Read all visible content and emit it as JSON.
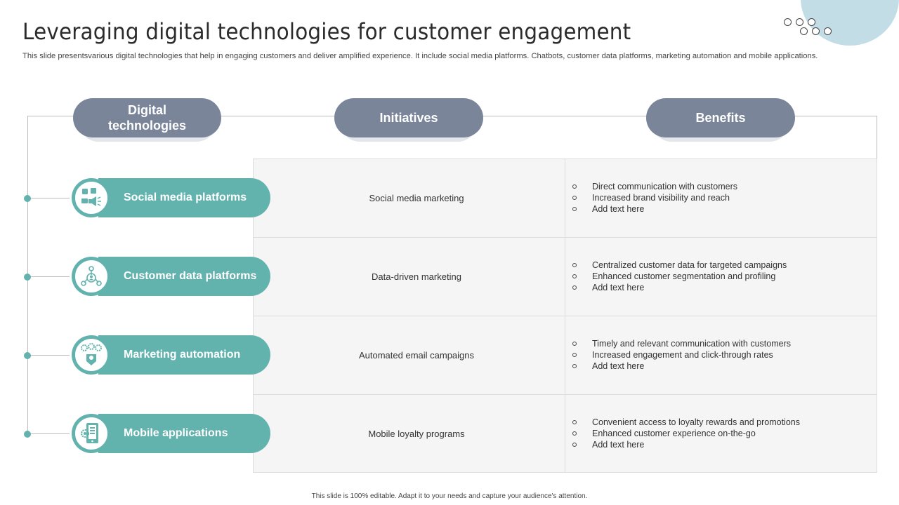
{
  "title": "Leveraging digital technologies for customer engagement",
  "subtitle": "This slide presentsvarious digital technologies that help in engaging customers and deliver amplified experience. It include social media platforms. Chatbots, customer data platforms, marketing automation and mobile applications.",
  "headers": {
    "technologies": "Digital technologies",
    "initiatives": "Initiatives",
    "benefits": "Benefits"
  },
  "rows": [
    {
      "technology": "Social media platforms",
      "icon": "social-media-icon",
      "initiative": "Social media marketing",
      "benefits": [
        "Direct communication with customers",
        "Increased brand visibility and reach",
        "Add text here"
      ]
    },
    {
      "technology": "Customer data platforms",
      "icon": "network-icon",
      "initiative": "Data-driven  marketing",
      "benefits": [
        "Centralized customer data for targeted campaigns",
        "Enhanced customer segmentation  and profiling",
        "Add text here"
      ]
    },
    {
      "technology": "Marketing automation",
      "icon": "automation-gears-icon",
      "initiative": "Automated email campaigns",
      "benefits": [
        "Timely and relevant communication with customers",
        "Increased engagement  and click-through rates",
        "Add text here"
      ]
    },
    {
      "technology": "Mobile applications",
      "icon": "mobile-app-icon",
      "initiative": "Mobile loyalty programs",
      "benefits": [
        "Convenient  access to loyalty rewards  and promotions",
        "Enhanced customer experience on-the-go",
        "Add text here"
      ]
    }
  ],
  "footer": "This slide is 100% editable.  Adapt it to your needs and capture your audience's attention.",
  "colors": {
    "teal": "#62b2ae",
    "slate": "#7a8599",
    "cell_bg": "#f5f5f5",
    "deco": "#c2dde5"
  }
}
